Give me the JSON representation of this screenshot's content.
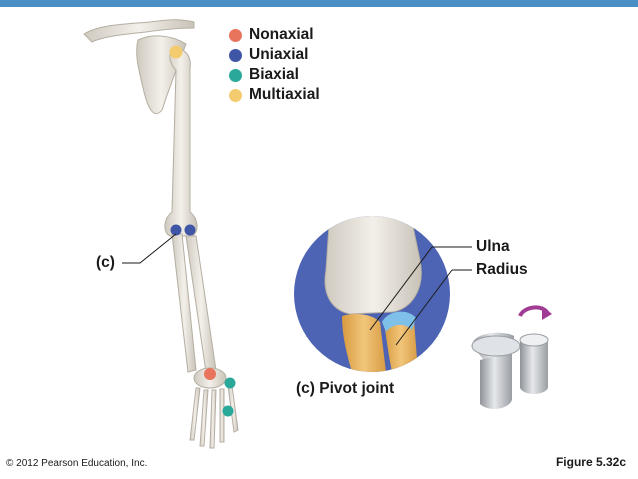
{
  "legend": [
    {
      "label": "Nonaxial",
      "color": "#e8745b"
    },
    {
      "label": "Uniaxial",
      "color": "#3f56a6"
    },
    {
      "label": "Biaxial",
      "color": "#2aa99b"
    },
    {
      "label": "Multiaxial",
      "color": "#f2cc6e"
    }
  ],
  "labels": {
    "callout": "(c)",
    "ulna": "Ulna",
    "radius": "Radius",
    "pivot_caption": "(c) Pivot joint"
  },
  "footer": {
    "copyright": "© 2012 Pearson Education, Inc.",
    "figure": "Figure 5.32c"
  },
  "colors": {
    "bone": "#e7e3dc",
    "bone_shade": "#c7c1b6",
    "inset_bg": "#4d63b3",
    "radius_orange": "#e8b463",
    "ligament_blue": "#7fc0e8",
    "arrow_purple": "#a03c94",
    "model_gray": "#b9bcc1"
  }
}
